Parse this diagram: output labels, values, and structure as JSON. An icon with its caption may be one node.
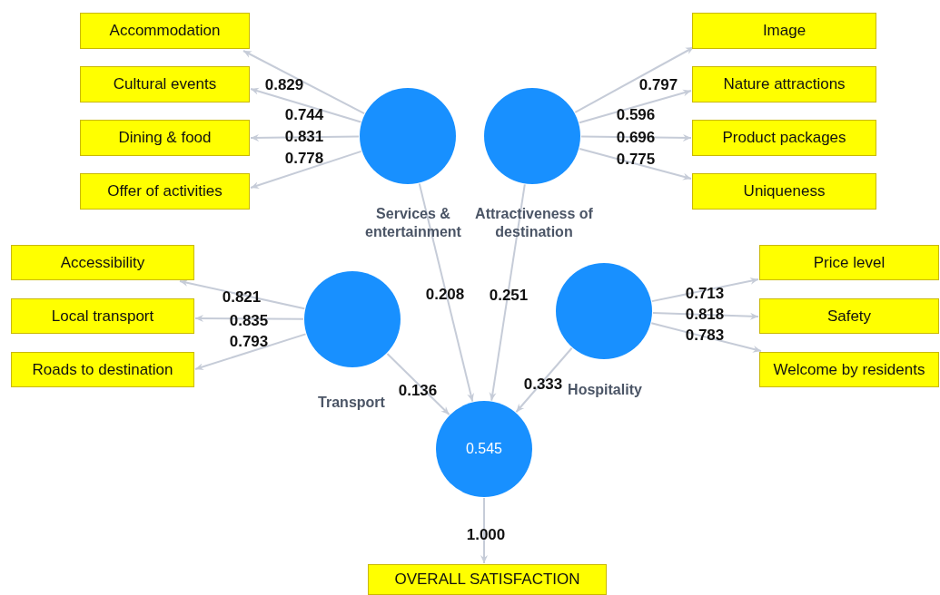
{
  "diagram": {
    "nodes": [
      {
        "text": [
          "Accommodation"
        ]
      },
      {
        "text": [
          "Cultural events"
        ]
      },
      {
        "text": [
          "Dining & food"
        ]
      },
      {
        "text": [
          "Offer of activities"
        ]
      },
      {
        "text": [],
        "shape": "circle",
        "beside": [
          "Services & entertainment"
        ]
      },
      {
        "text": [],
        "shape": "circle",
        "beside": [
          "Attractiveness of destination"
        ]
      },
      {
        "text": [
          "Image"
        ]
      },
      {
        "text": [
          "Nature attractions"
        ]
      },
      {
        "text": [
          "Product packages"
        ]
      },
      {
        "text": [
          "Uniqueness"
        ]
      },
      {
        "text": [
          "Accessibility"
        ]
      },
      {
        "text": [
          "Local transport"
        ]
      },
      {
        "text": [
          "Roads to destination"
        ]
      },
      {
        "text": [],
        "shape": "circle",
        "beside": [
          "Transport"
        ]
      },
      {
        "text": [],
        "shape": "circle",
        "beside": [
          "Hospitality"
        ]
      },
      {
        "text": [
          "Price level"
        ]
      },
      {
        "text": [
          "Safety"
        ]
      },
      {
        "text": [
          "Welcome by residents"
        ]
      },
      {
        "text": [
          "0.545"
        ]
      },
      {
        "text": [
          "OVERALL SATISFACTION"
        ]
      }
    ],
    "edges": [
      {
        "from": 4,
        "to": 0,
        "arrow": "to",
        "label": "0.829"
      },
      {
        "from": 4,
        "to": 1,
        "arrow": "to",
        "label": "0.744"
      },
      {
        "from": 4,
        "to": 2,
        "arrow": "to",
        "label": "0.831"
      },
      {
        "from": 4,
        "to": 3,
        "arrow": "to",
        "label": "0.778"
      },
      {
        "from": 5,
        "to": 6,
        "arrow": "to",
        "label": "0.797"
      },
      {
        "from": 5,
        "to": 7,
        "arrow": "to",
        "label": "0.596"
      },
      {
        "from": 5,
        "to": 8,
        "arrow": "to",
        "label": "0.696"
      },
      {
        "from": 5,
        "to": 9,
        "arrow": "to",
        "label": "0.775"
      },
      {
        "from": 13,
        "to": 10,
        "arrow": "to",
        "label": "0.821"
      },
      {
        "from": 13,
        "to": 11,
        "arrow": "to",
        "label": "0.835"
      },
      {
        "from": 13,
        "to": 12,
        "arrow": "to",
        "label": "0.793"
      },
      {
        "from": 14,
        "to": 15,
        "arrow": "to",
        "label": "0.713"
      },
      {
        "from": 14,
        "to": 16,
        "arrow": "to",
        "label": "0.818"
      },
      {
        "from": 14,
        "to": 17,
        "arrow": "to",
        "label": "0.783"
      },
      {
        "from": 4,
        "to": 18,
        "arrow": "to",
        "label": "0.208"
      },
      {
        "from": 5,
        "to": 18,
        "arrow": "to",
        "label": "0.251"
      },
      {
        "from": 13,
        "to": 18,
        "arrow": "to",
        "label": "0.136"
      },
      {
        "from": 14,
        "to": 18,
        "arrow": "to",
        "label": "0.333"
      },
      {
        "from": 18,
        "to": 19,
        "arrow": "to",
        "label": "1.000"
      }
    ]
  }
}
